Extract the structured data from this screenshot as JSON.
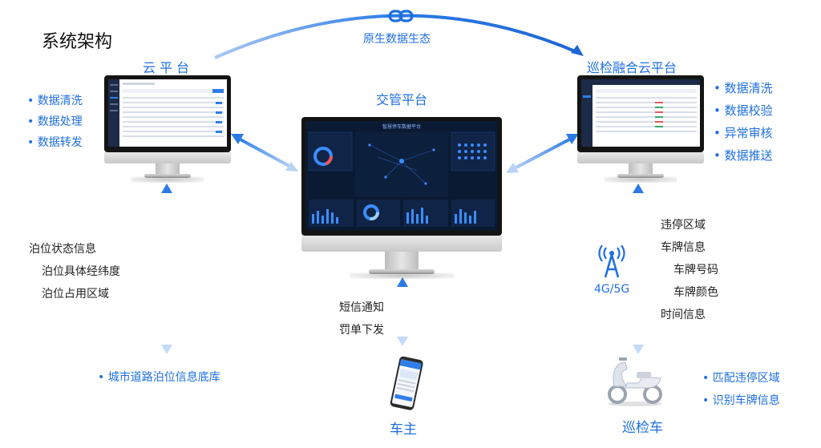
{
  "title": "系统架构",
  "top_link": {
    "label": "原生数据生态",
    "icon": "link-icon"
  },
  "cloud": {
    "title": "云 平 台",
    "items": [
      "• 数据清洗",
      "• 数据处理",
      "• 数据转发"
    ]
  },
  "traffic": {
    "title": "交管平台",
    "screen_title": "智慧停车数据平台"
  },
  "patrol_cloud": {
    "title": "巡检融合云平台",
    "items": [
      "• 数据清洗",
      "• 数据校验",
      "• 异常审核",
      "• 数据推送"
    ]
  },
  "left_info": {
    "lines": [
      "泊位状态信息",
      "泊位具体经纬度",
      "泊位占用区域"
    ]
  },
  "city_db": "• 城市道路泊位信息底库",
  "middle_info": {
    "lines": [
      "短信通知",
      "罚单下发"
    ]
  },
  "owner": "车主",
  "network": {
    "label": "4G/5G",
    "icon": "signal-tower-icon"
  },
  "right_info": {
    "lines": [
      "违停区域",
      "车牌信息",
      "车牌号码",
      "车牌颜色",
      "时间信息"
    ]
  },
  "patrol_car": {
    "label": "巡检车",
    "items": [
      "• 匹配违停区域",
      "• 识别车牌信息"
    ]
  },
  "colors": {
    "accent": "#1e6fe0",
    "screen_dark": "#0a1a33"
  }
}
